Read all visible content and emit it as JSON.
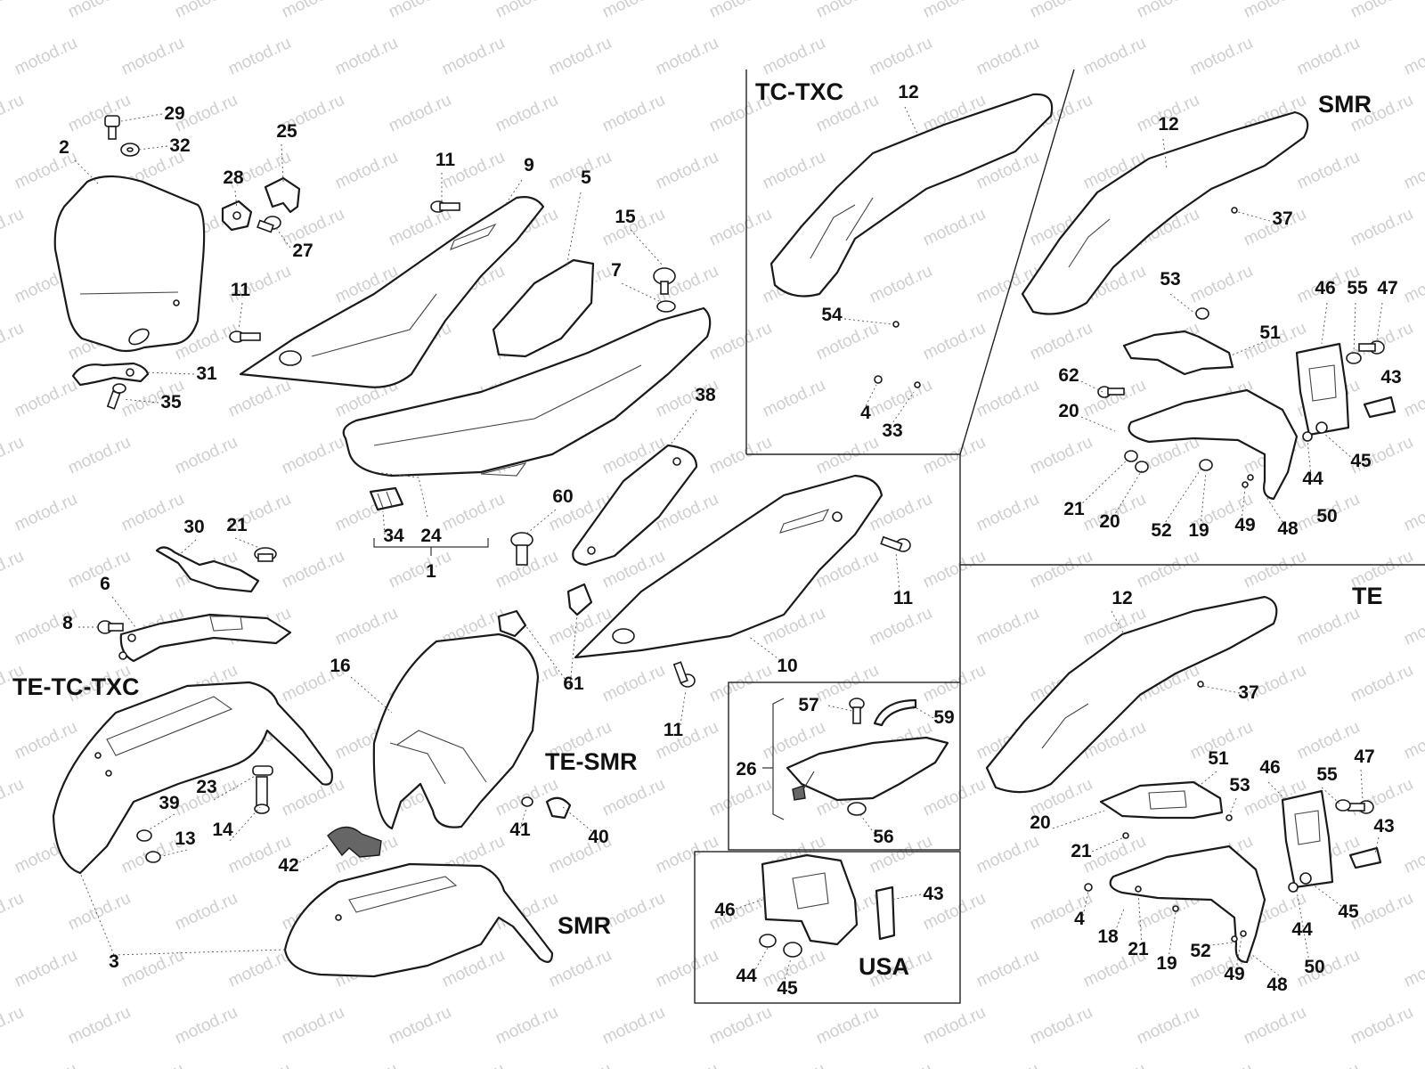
{
  "watermark": "motod.ru",
  "sections": {
    "tc_txc": "TC-TXC",
    "smr_top": "SMR",
    "te_right": "TE",
    "te_tc_txc": "TE-TC-TXC",
    "te_smr": "TE-SMR",
    "smr_fender": "SMR",
    "usa": "USA"
  },
  "callouts": [
    "29",
    "32",
    "2",
    "25",
    "28",
    "27",
    "11",
    "31",
    "35",
    "11",
    "9",
    "5",
    "15",
    "7",
    "38",
    "34",
    "24",
    "1",
    "60",
    "30",
    "21",
    "6",
    "8",
    "3",
    "39",
    "13",
    "23",
    "14",
    "16",
    "42",
    "41",
    "40",
    "61",
    "11",
    "10",
    "11",
    "57",
    "59",
    "26",
    "56",
    "46",
    "43",
    "44",
    "45",
    "12",
    "54",
    "4",
    "33",
    "12",
    "37",
    "53",
    "46",
    "55",
    "47",
    "51",
    "62",
    "20",
    "43",
    "44",
    "45",
    "21",
    "20",
    "52",
    "19",
    "49",
    "48",
    "50",
    "12",
    "37",
    "51",
    "53",
    "46",
    "55",
    "47",
    "20",
    "21",
    "43",
    "4",
    "18",
    "21",
    "19",
    "52",
    "49",
    "48",
    "50",
    "44",
    "45"
  ]
}
